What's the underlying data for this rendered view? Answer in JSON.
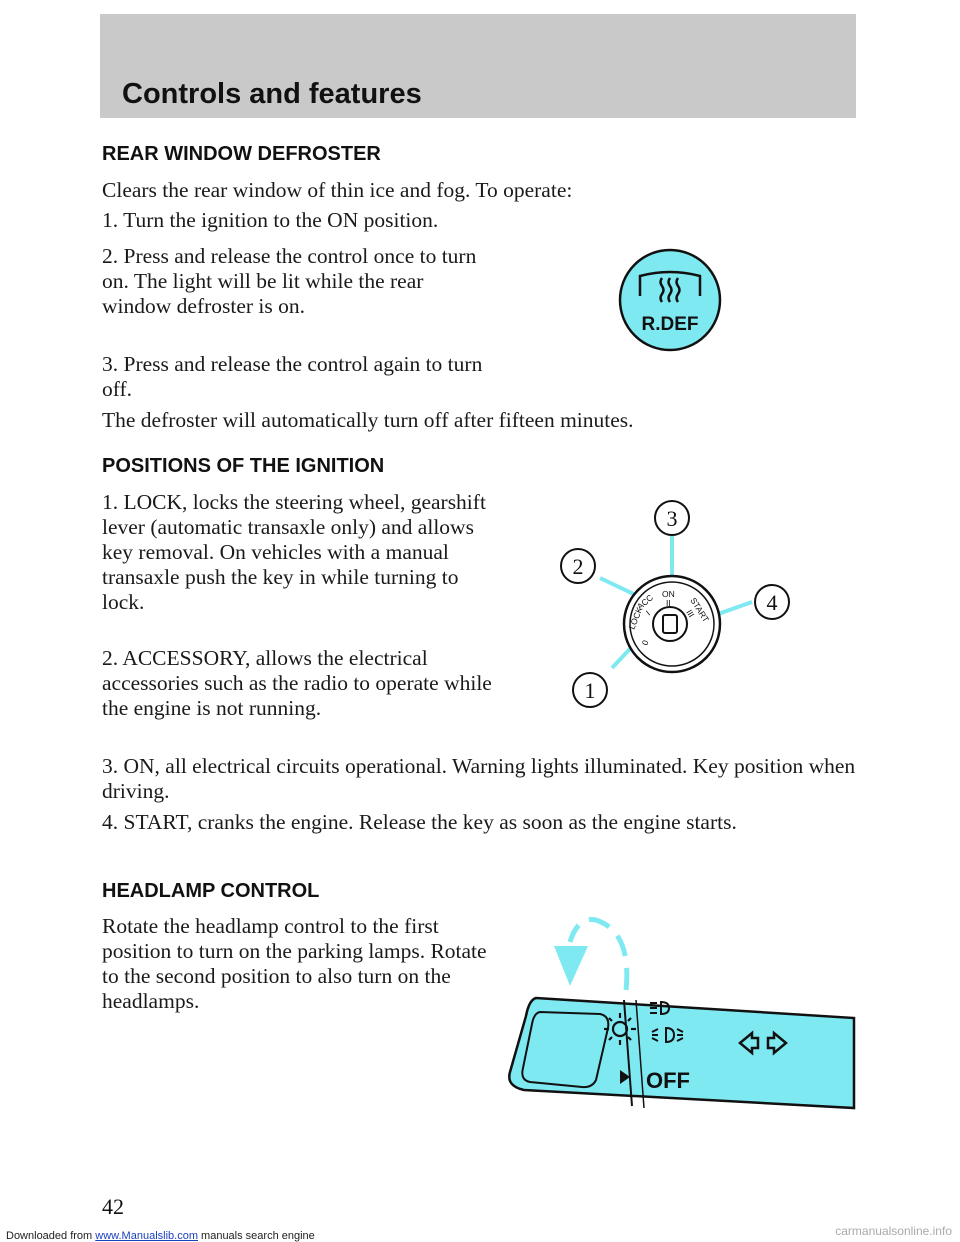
{
  "download_note": {
    "prefix": "Downloaded from ",
    "link": "www.Manualslib.com",
    "suffix": " manuals search engine"
  },
  "watermark": "carmanualsonline.info",
  "header": {
    "section": "Controls and features"
  },
  "rear_defroster": {
    "heading": "REAR WINDOW DEFROSTER",
    "intro": "Clears the rear window of thin ice and fog. To operate:",
    "step1": "1. Turn the ignition to the ON position.",
    "step2": "2. Press and release the control once to turn on. The light will be lit while the rear window defroster is on.",
    "step3": "3. Press and release the control again to turn off.",
    "note": "The defroster will automatically turn off after fifteen minutes.",
    "button_label": "R.DEF"
  },
  "ignition": {
    "heading": "POSITIONS OF THE IGNITION",
    "item1": "1. LOCK, locks the steering wheel, gearshift lever (automatic transaxle only) and allows key removal. On vehicles with a manual transaxle push the key in while turning to lock.",
    "item2": "2. ACCESSORY, allows the electrical accessories such as the radio to operate while the engine is not running.",
    "item3": "3. ON, all electrical circuits operational. Warning lights illuminated. Key position when driving.",
    "item4": "4. START, cranks the engine. Release the key as soon as the engine starts.",
    "callouts": [
      "1",
      "2",
      "3",
      "4"
    ],
    "switch_labels": {
      "lock": "LOCK",
      "lock_num": "0",
      "acc": "ACC",
      "acc_num": "I",
      "on": "ON",
      "on_num": "II",
      "start": "START",
      "start_num": "III"
    }
  },
  "headlamp": {
    "heading": "HEADLAMP CONTROL",
    "text": "Rotate the headlamp control to the first position to turn on the parking lamps. Rotate to the second position to also turn on the headlamps.",
    "off_label": "OFF"
  },
  "page_number": "42",
  "colors": {
    "accent": "#7fe9f2",
    "header_bg": "#c9c9c9"
  }
}
